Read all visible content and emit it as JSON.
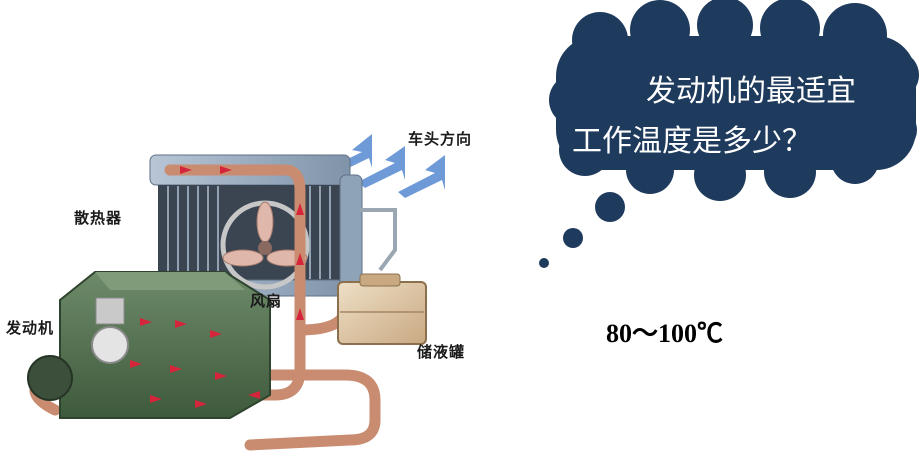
{
  "thought_bubble": {
    "line1": "发动机的最适宜",
    "line2": "工作温度是多少？",
    "fill_color": "#1e3a5c"
  },
  "answer": "80～100℃",
  "diagram": {
    "labels": {
      "direction": "车头方向",
      "radiator": "散热器",
      "engine": "发动机",
      "fan": "风扇",
      "tank": "储液罐"
    },
    "colors": {
      "radiator": "#8fa3b8",
      "engine": "#4f6a4c",
      "hose": "#c98c70",
      "flow_arrow": "#d6243a",
      "air_arrow": "#6f9ad8",
      "tank": "#d8c1a0"
    }
  }
}
